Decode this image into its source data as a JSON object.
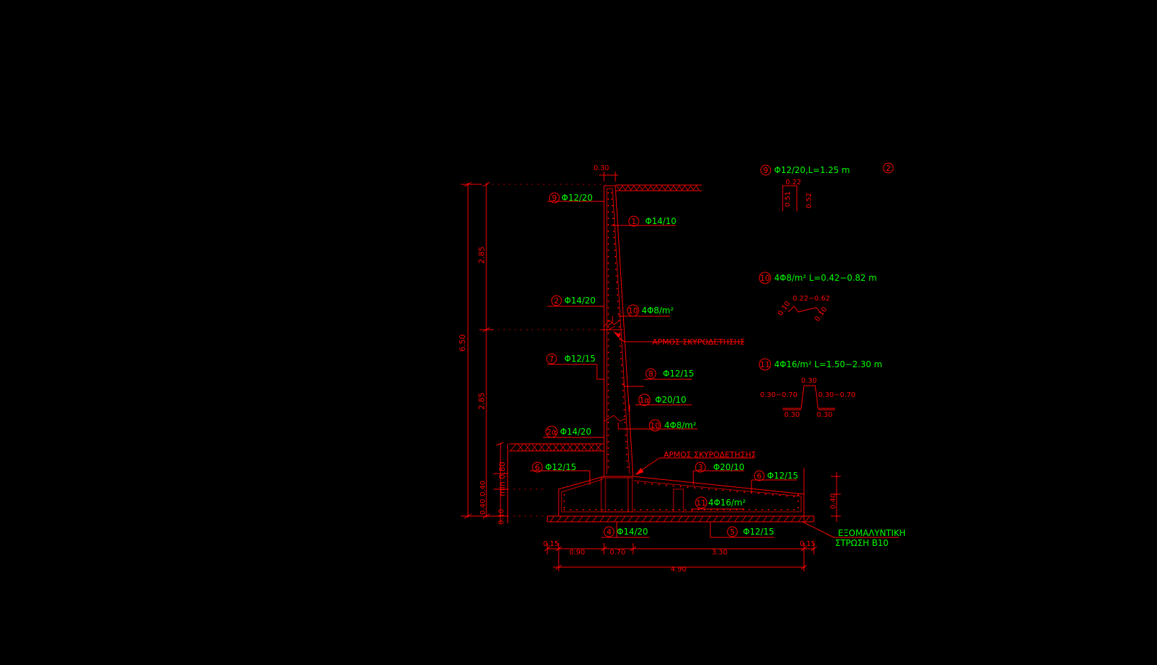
{
  "drawing": {
    "background": "#000000",
    "line_color": "#ff0000",
    "text_color": "#00ff00"
  },
  "bars": {
    "b9_main": "Φ12/20",
    "b1": "Φ14/10",
    "b2": "Φ14/20",
    "b10_top": "4Φ8/m²",
    "b7": "Φ12/15",
    "b8": "Φ12/15",
    "b1a": "Φ20/10",
    "b10_bot": "4Φ8/m²",
    "b2a": "Φ14/20",
    "b6_left": "Φ12/15",
    "b3": "Φ20/10",
    "b6_right": "Φ12/15",
    "b11": "4Φ16/m²",
    "b4": "Φ14/20",
    "b5": "Φ12/15"
  },
  "markers": {
    "m9": "9",
    "m1": "1",
    "m2": "2",
    "m10": "10",
    "m7": "7",
    "m8": "8",
    "m1a": "1α",
    "m2a": "2α",
    "m6": "6",
    "m3": "3",
    "m11": "11",
    "m4": "4",
    "m5": "5"
  },
  "notes": {
    "joint_top": "ΑΡΜΟΣ ΣΚΥΡΟΔΕΤΗΣΗΣ",
    "joint_bottom": "ΑΡΜΟΣ ΣΚΥΡΟΔΕΤΗΣΗΣ",
    "leveling_1": "ΕΞΟΜΑΛΥΝΤΙΚΗ",
    "leveling_2": "ΣΤΡΩΣΗ Β10"
  },
  "dimensions": {
    "top_width": "0.30",
    "h_upper": "2.85",
    "h_lower": "2.85",
    "h_total": "6.50",
    "min_cover": "min 0.80",
    "d040a": "0.40",
    "d040b": "0.40",
    "d010": "0.10",
    "d040_right": "0.40",
    "b015_left": "0.15",
    "b090": "0.90",
    "b070": "0.70",
    "b330": "3.30",
    "b015_right": "0.15",
    "b490": "4.90"
  },
  "schedules": {
    "s9_text": "Φ12/20,L=1.25  m",
    "s9_d1": "0.22",
    "s9_d2": "0.51",
    "s9_d3": "0.52",
    "s_right_marker": "2",
    "s10_text": "4Φ8/m² L=0.42−0.82  m",
    "s10_d1": "0.22−0.62",
    "s10_d2": "0.10",
    "s10_d3": "0.10",
    "s11_text": "4Φ16/m² L=1.50−2.30  m",
    "s11_d1": "0.30",
    "s11_d2": "0.30−0.70",
    "s11_d3": "0.30−0.70",
    "s11_d4": "0.30",
    "s11_d5": "0.30"
  }
}
